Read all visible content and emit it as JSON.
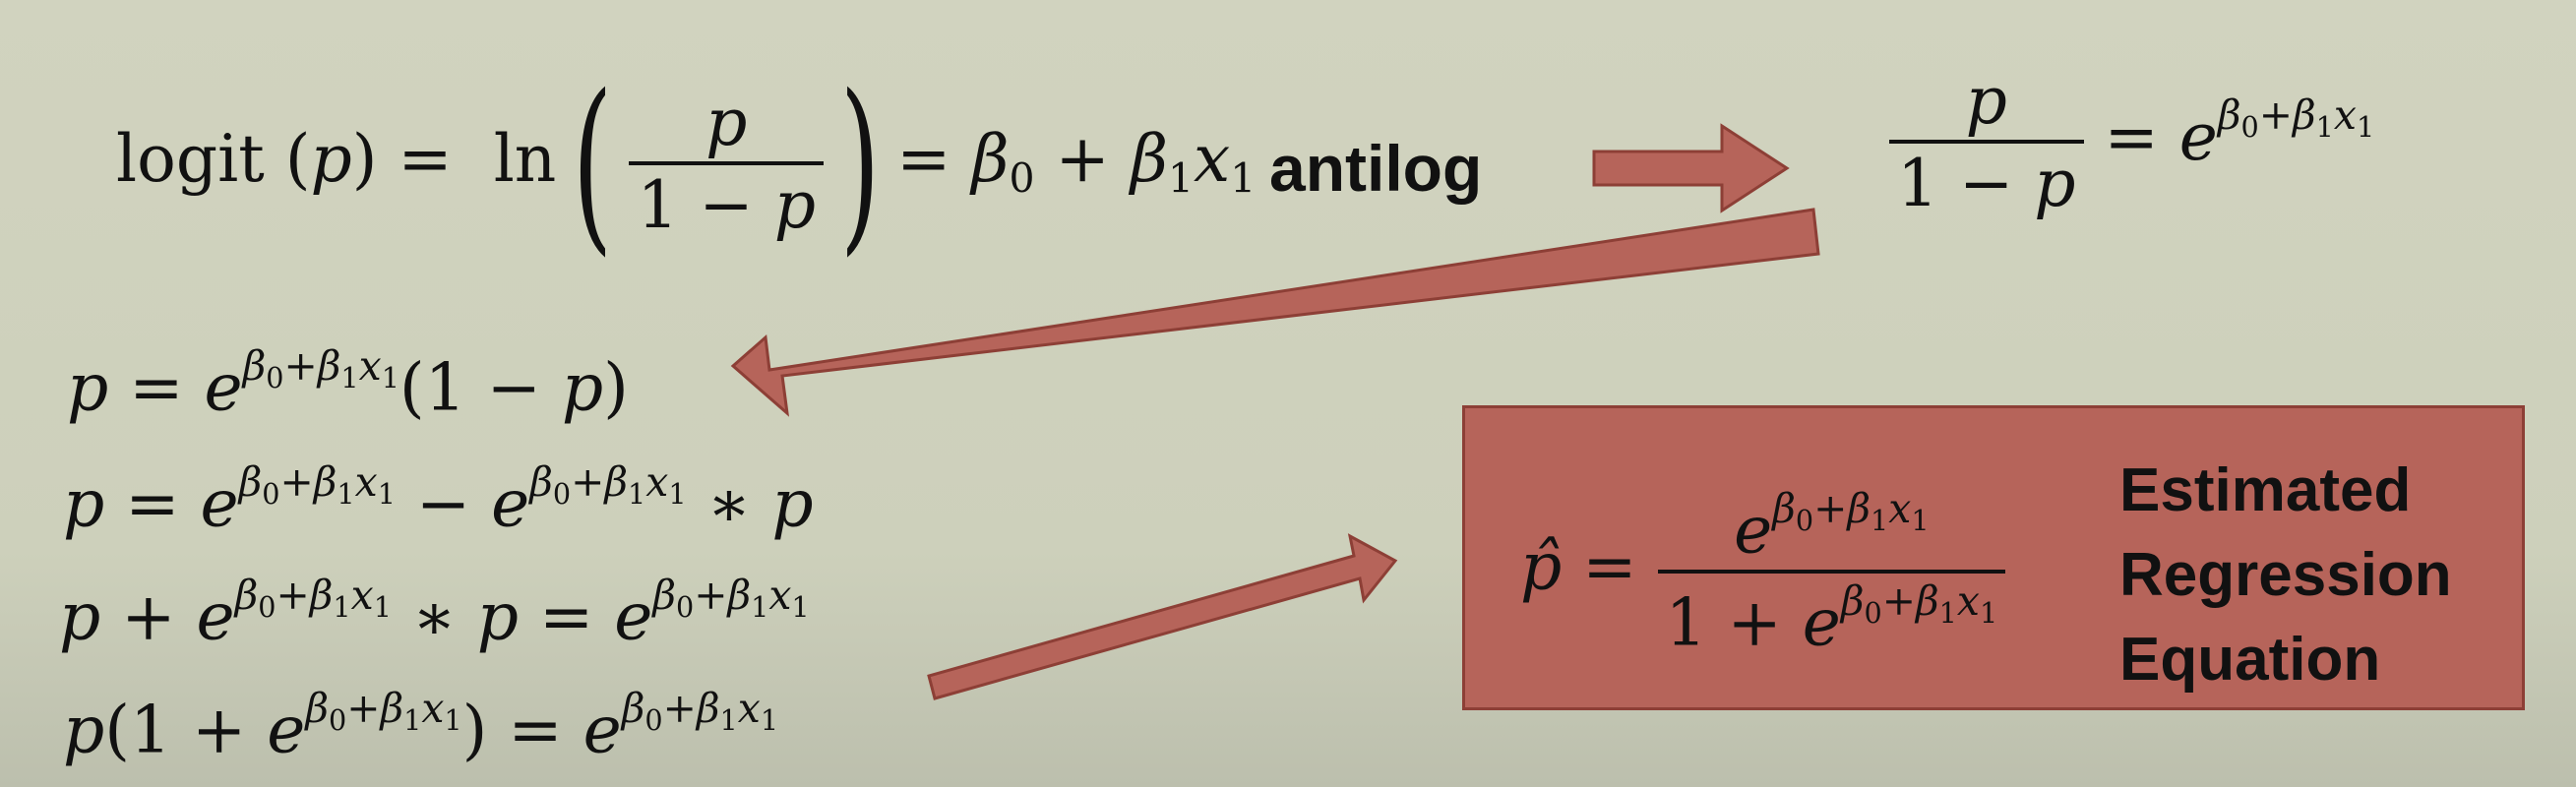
{
  "slide": {
    "top_equation": {
      "lhs": "logit (",
      "var": "p",
      "rhs_close": ") =",
      "ln": "ln",
      "frac_num": "p",
      "frac_den": "1 − p",
      "eq": "= β",
      "rest": " + β",
      "x": "x"
    },
    "antilog_label": "antilog",
    "odds_equation": {
      "frac_num": "p",
      "frac_den": "1 − p",
      "rhs": "= e"
    },
    "steps": [
      "p = e^(β0+β1x1)(1 − p)",
      "p = e^(β0+β1x1) − e^(β0+β1x1) ∗ p",
      "p + e^(β0+β1x1) ∗ p = e^(β0+β1x1)",
      "p(1 + e^(β0+β1x1)) = e^(β0+β1x1)"
    ],
    "result": {
      "lhs": "p̂ =",
      "num": "e",
      "den_prefix": "1 + e"
    },
    "box_label": [
      "Estimated",
      "Regression",
      "Equation"
    ],
    "colors": {
      "background": "#cfd1bd",
      "arrow_fill": "#b6645a",
      "arrow_stroke": "#8d3f36",
      "box_fill": "#b6645a",
      "text": "#111111"
    }
  }
}
